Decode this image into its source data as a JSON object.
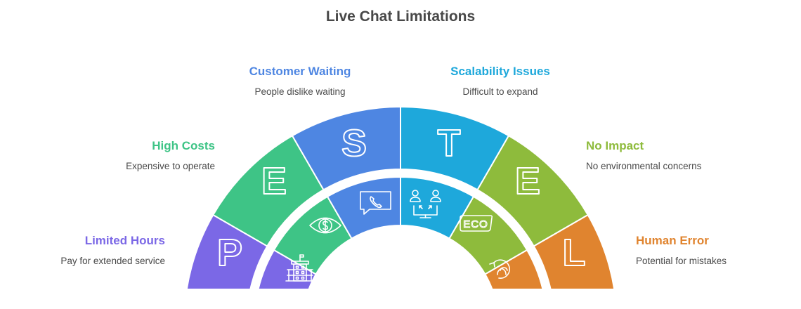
{
  "title": "Live Chat Limitations",
  "segments": [
    {
      "letter": "P",
      "label": "Limited Hours",
      "desc": "Pay for extended service",
      "color": "#7B68E6",
      "icon": "building-icon"
    },
    {
      "letter": "E",
      "label": "High Costs",
      "desc": "Expensive to operate",
      "color": "#3EC486",
      "icon": "eye-dollar-icon"
    },
    {
      "letter": "S",
      "label": "Customer Waiting",
      "desc": "People dislike waiting",
      "color": "#4E86E2",
      "icon": "chat-phone-icon"
    },
    {
      "letter": "T",
      "label": "Scalability Issues",
      "desc": "Difficult to expand",
      "color": "#1EA8DB",
      "icon": "users-monitor-icon"
    },
    {
      "letter": "E",
      "label": "No Impact",
      "desc": "No environmental concerns",
      "color": "#8EBB3C",
      "icon": "eco-badge-icon"
    },
    {
      "letter": "L",
      "label": "Human Error",
      "desc": "Potential for mistakes",
      "color": "#E0842F",
      "icon": "circular-arrow-hands-icon"
    }
  ],
  "icon_text": {
    "eco": "ECO"
  }
}
